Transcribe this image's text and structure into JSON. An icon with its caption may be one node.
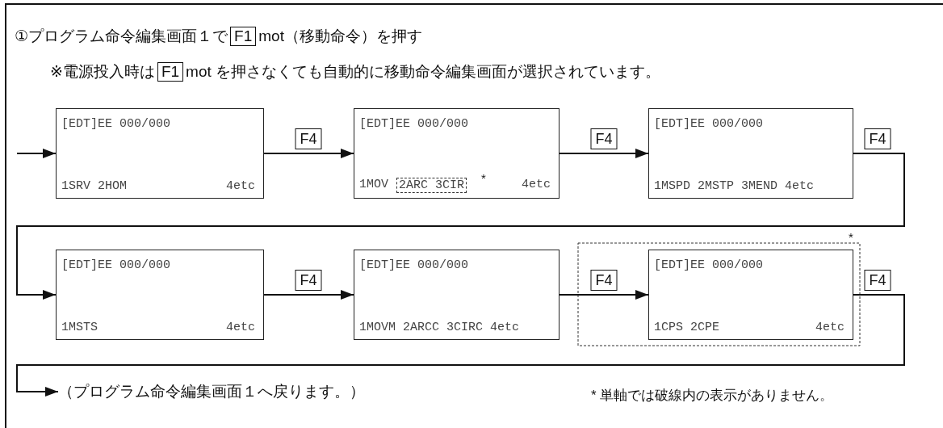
{
  "diagram": {
    "nodes": [
      {
        "text": [
          "[EDT]EE 000/000",
          "1SRV 2HOM",
          "4etc"
        ]
      },
      {
        "text": [
          "[EDT]EE 000/000",
          "1MOV",
          "2ARC 3CIR",
          "4etc"
        ]
      },
      {
        "text": [
          "[EDT]EE 000/000",
          "1MSPD 2MSTP 3MEND 4etc"
        ]
      },
      {
        "text": [
          "[EDT]EE 000/000",
          "1MSTS",
          "4etc"
        ]
      },
      {
        "text": [
          "[EDT]EE 000/000",
          "1MOVM 2ARCC 3CIRC 4etc"
        ]
      },
      {
        "text": [
          "[EDT]EE 000/000",
          "1CPS 2CPE",
          "4etc"
        ]
      },
      {
        "text": [
          "（プログラム命令編集画面１へ戻ります。）"
        ]
      }
    ],
    "edges": [
      {
        "from": null,
        "to": 0,
        "arrow": "to"
      },
      {
        "from": 0,
        "to": 1,
        "arrow": "to",
        "label": "F4"
      },
      {
        "from": 1,
        "to": 2,
        "arrow": "to",
        "label": "F4"
      },
      {
        "from": 2,
        "to": 3,
        "arrow": "to",
        "label": "F4"
      },
      {
        "from": 3,
        "to": 4,
        "arrow": "to",
        "label": "F4"
      },
      {
        "from": 4,
        "to": 5,
        "arrow": "to",
        "label": "F4"
      },
      {
        "from": 5,
        "to": 6,
        "arrow": "to",
        "label": "F4"
      }
    ],
    "labels": [
      "①プログラム命令編集画面１で",
      "F1",
      "mot（移動命令）を押す",
      "※電源投入時は",
      "F1",
      "mot を押さなくても自動的に移動命令編集画面が選択されています。",
      "*",
      "*",
      "* 単軸では破線内の表示がありません。"
    ]
  }
}
